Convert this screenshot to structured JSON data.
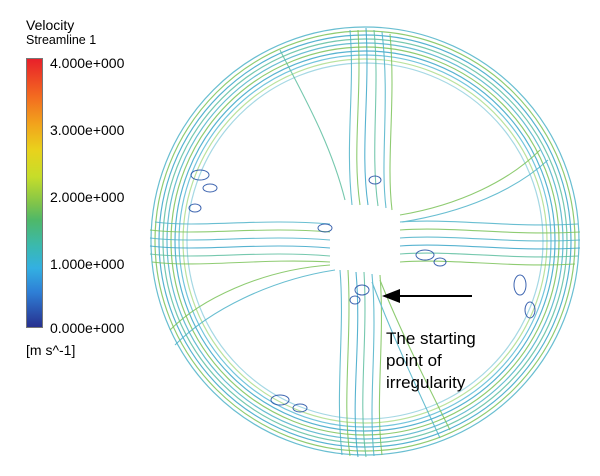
{
  "legend": {
    "title": "Velocity",
    "subtitle": "Streamline 1",
    "ticks": [
      "4.000e+000",
      "3.000e+000",
      "2.000e+000",
      "1.000e+000",
      "0.000e+000"
    ],
    "units": "[m s^-1]"
  },
  "annotation": {
    "lines": [
      "The starting",
      "point of",
      "irregularity"
    ]
  },
  "colors": {
    "high": "#e8202a",
    "mid": "#7fc44a",
    "low": "#27308f",
    "streamline_main": "#4fb3c9",
    "streamline_green": "#7cc35a"
  }
}
